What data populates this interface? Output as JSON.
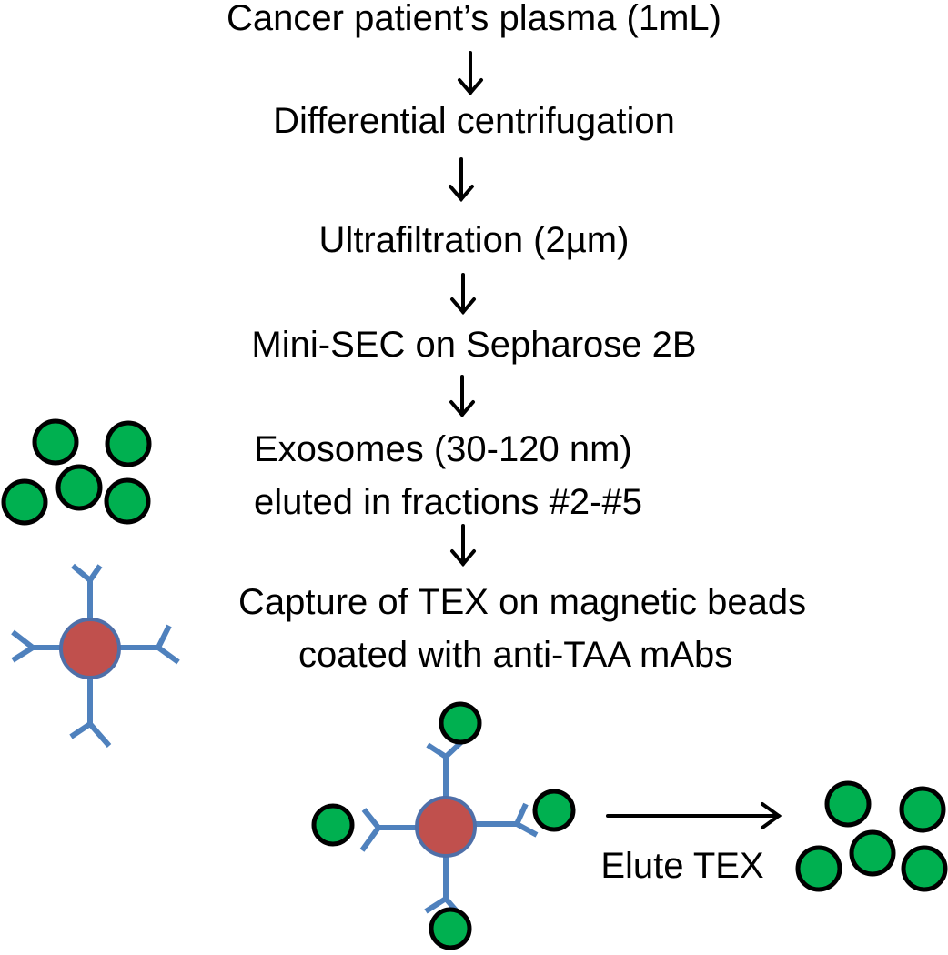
{
  "steps": {
    "step1": "Cancer patient’s plasma (1mL)",
    "step2": "Differential centrifugation",
    "step3": "Ultrafiltration (2µm)",
    "step4": "Mini-SEC on Sepharose 2B",
    "step5_line1": "Exosomes (30-120 nm)",
    "step5_line2": "eluted in fractions #2-#5",
    "step6_line1": "Capture of TEX on magnetic beads",
    "step6_line2": "coated with anti-TAA mAbs"
  },
  "elute_label": "Elute TEX",
  "colors": {
    "exosome_fill": "#00b050",
    "exosome_stroke": "#000000",
    "bead_fill": "#c0504d",
    "bead_stroke": "#4f6fa8",
    "antibody": "#4f81bd",
    "arrow": "#000000"
  }
}
